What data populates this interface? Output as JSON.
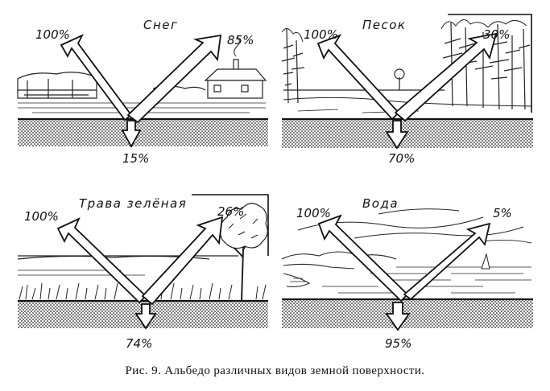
{
  "panels": [
    {
      "id": "snow",
      "title": "Снег",
      "incident": "100%",
      "reflected": "85%",
      "absorbed": "15%"
    },
    {
      "id": "sand",
      "title": "Песок",
      "incident": "100%",
      "reflected": "30%",
      "absorbed": "70%"
    },
    {
      "id": "grass",
      "title": "Трава зелёная",
      "incident": "100%",
      "reflected": "26%",
      "absorbed": "74%"
    },
    {
      "id": "water",
      "title": "Вода",
      "incident": "100%",
      "reflected": "5%",
      "absorbed": "95%"
    }
  ],
  "caption": "Рис. 9.  Альбедо различных видов земной поверхности."
}
